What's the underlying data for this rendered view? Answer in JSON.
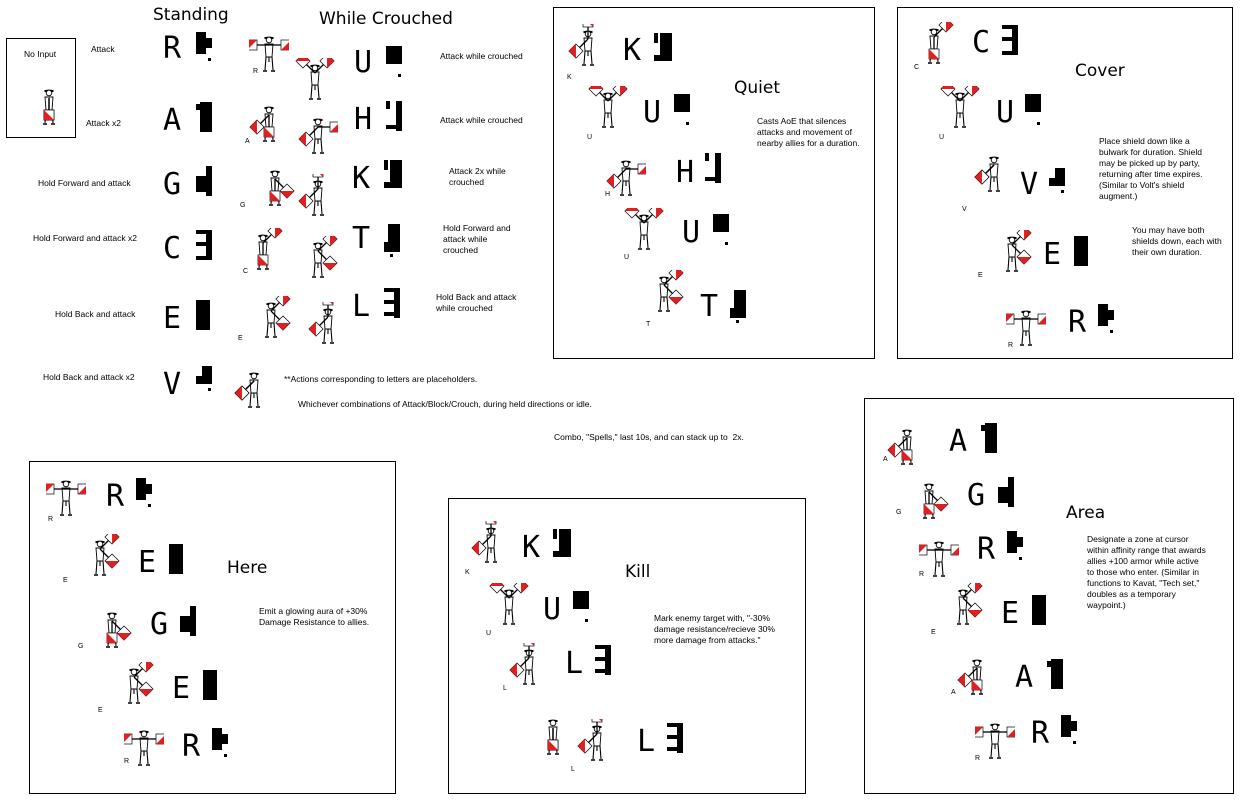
{
  "headings": {
    "standing": "Standing",
    "crouched": "While Crouched"
  },
  "no_input": "No Input",
  "actions_standing": [
    {
      "label": "Attack",
      "letter": "R"
    },
    {
      "label": "Attack x2",
      "letter": "A"
    },
    {
      "label": "Hold Forward and attack",
      "letter": "G"
    },
    {
      "label": "Hold Forward and attack x2",
      "letter": "C"
    },
    {
      "label": "Hold Back and attack",
      "letter": "E"
    },
    {
      "label": "Hold Back and attack x2",
      "letter": "V"
    }
  ],
  "actions_crouched": [
    {
      "label": "Attack while crouched",
      "letter": "U"
    },
    {
      "label": "Attack while crouched",
      "letter": "H"
    },
    {
      "label": "Attack 2x while crouched",
      "letter": "K"
    },
    {
      "label": "Hold Forward and attack while crouched",
      "letter": "T"
    },
    {
      "label": "Hold Back and attack while crouched",
      "letter": "L"
    }
  ],
  "notes": {
    "placeholder": "**Actions corresponding to letters are placeholders.",
    "combinations": "Whichever combinations of Attack/Block/Crouch, during held directions or idle.",
    "combo_prefix": "Combo, \"Spells,\" last 10s, and can stack up to",
    "combo_suffix": "2x."
  },
  "spells": {
    "quiet": {
      "title": "Quiet",
      "letters": [
        "K",
        "U",
        "H",
        "U",
        "T"
      ],
      "desc": "Casts AoE that silences attacks and movement of nearby allies for a duration."
    },
    "cover": {
      "title": "Cover",
      "letters": [
        "C",
        "U",
        "V",
        "E",
        "R"
      ],
      "desc": "Place shield down like a bulwark for duration. Shield may be picked up by party, returning after time expires. (Similar to Volt's shield augment.)",
      "desc2": "You may have both shields down, each with their own duration."
    },
    "area": {
      "title": "Area",
      "letters": [
        "A",
        "G",
        "R",
        "E",
        "A",
        "R"
      ],
      "desc": "Designate a zone at cursor within affinity range that awards allies +100 armor while active to those who enter. (Similar in functions to Kavat, \"Tech set,\" doubles as a temporary waypoint.)"
    },
    "here": {
      "title": "Here",
      "letters": [
        "R",
        "E",
        "G",
        "E",
        "R"
      ],
      "desc": "Emit a glowing aura of +30% Damage Resistance to allies."
    },
    "kill": {
      "title": "Kill",
      "letters": [
        "K",
        "U",
        "L",
        "L"
      ],
      "desc": "Mark enemy target with, \"-30% damage resistance/recieve 30% more damage from attacks.\""
    }
  },
  "colors": {
    "flag_red": "#e02020",
    "ink": "#000000",
    "background": "#ffffff"
  }
}
